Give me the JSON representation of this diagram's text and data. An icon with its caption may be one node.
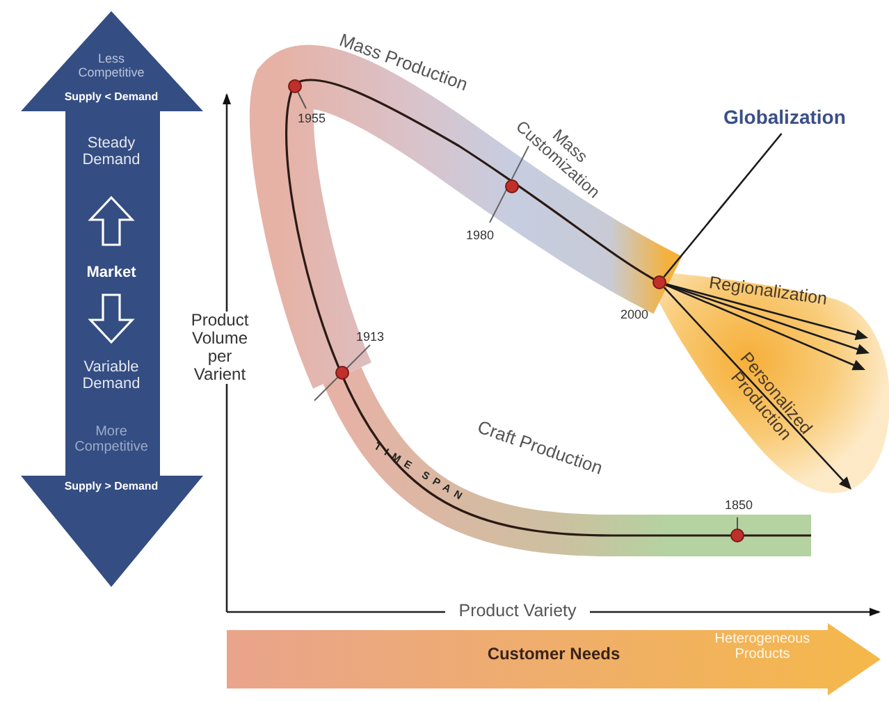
{
  "diagram": {
    "nodes": [
      {
        "text": [
          "Less Competitive",
          "Supply < Demand",
          "Steady Demand",
          "Market",
          "Variable Demand",
          "More Competitive",
          "Supply > Demand"
        ]
      },
      {
        "text": [
          "Customer Needs",
          "Heterogeneous Products"
        ]
      },
      {
        "text": [
          "Globalization"
        ]
      },
      {
        "text": [],
        "shape": "circle"
      }
    ],
    "edges": [
      {
        "from": 2,
        "to": 3,
        "arrow": "none"
      },
      {
        "from": 3,
        "to": null,
        "arrow": "to"
      },
      {
        "from": 3,
        "to": null,
        "arrow": "to"
      },
      {
        "from": 3,
        "to": null,
        "arrow": "to"
      },
      {
        "from": 3,
        "to": null,
        "arrow": "to"
      }
    ],
    "labels": [
      "Product Volume per Varient",
      "Mass Production",
      "1955",
      "Mass Customization",
      "1980",
      "2000",
      "1913",
      "Regionalization",
      "Personalized Production",
      "TIME SPAN",
      "Craft Production",
      "1850",
      "Product Variety"
    ]
  }
}
